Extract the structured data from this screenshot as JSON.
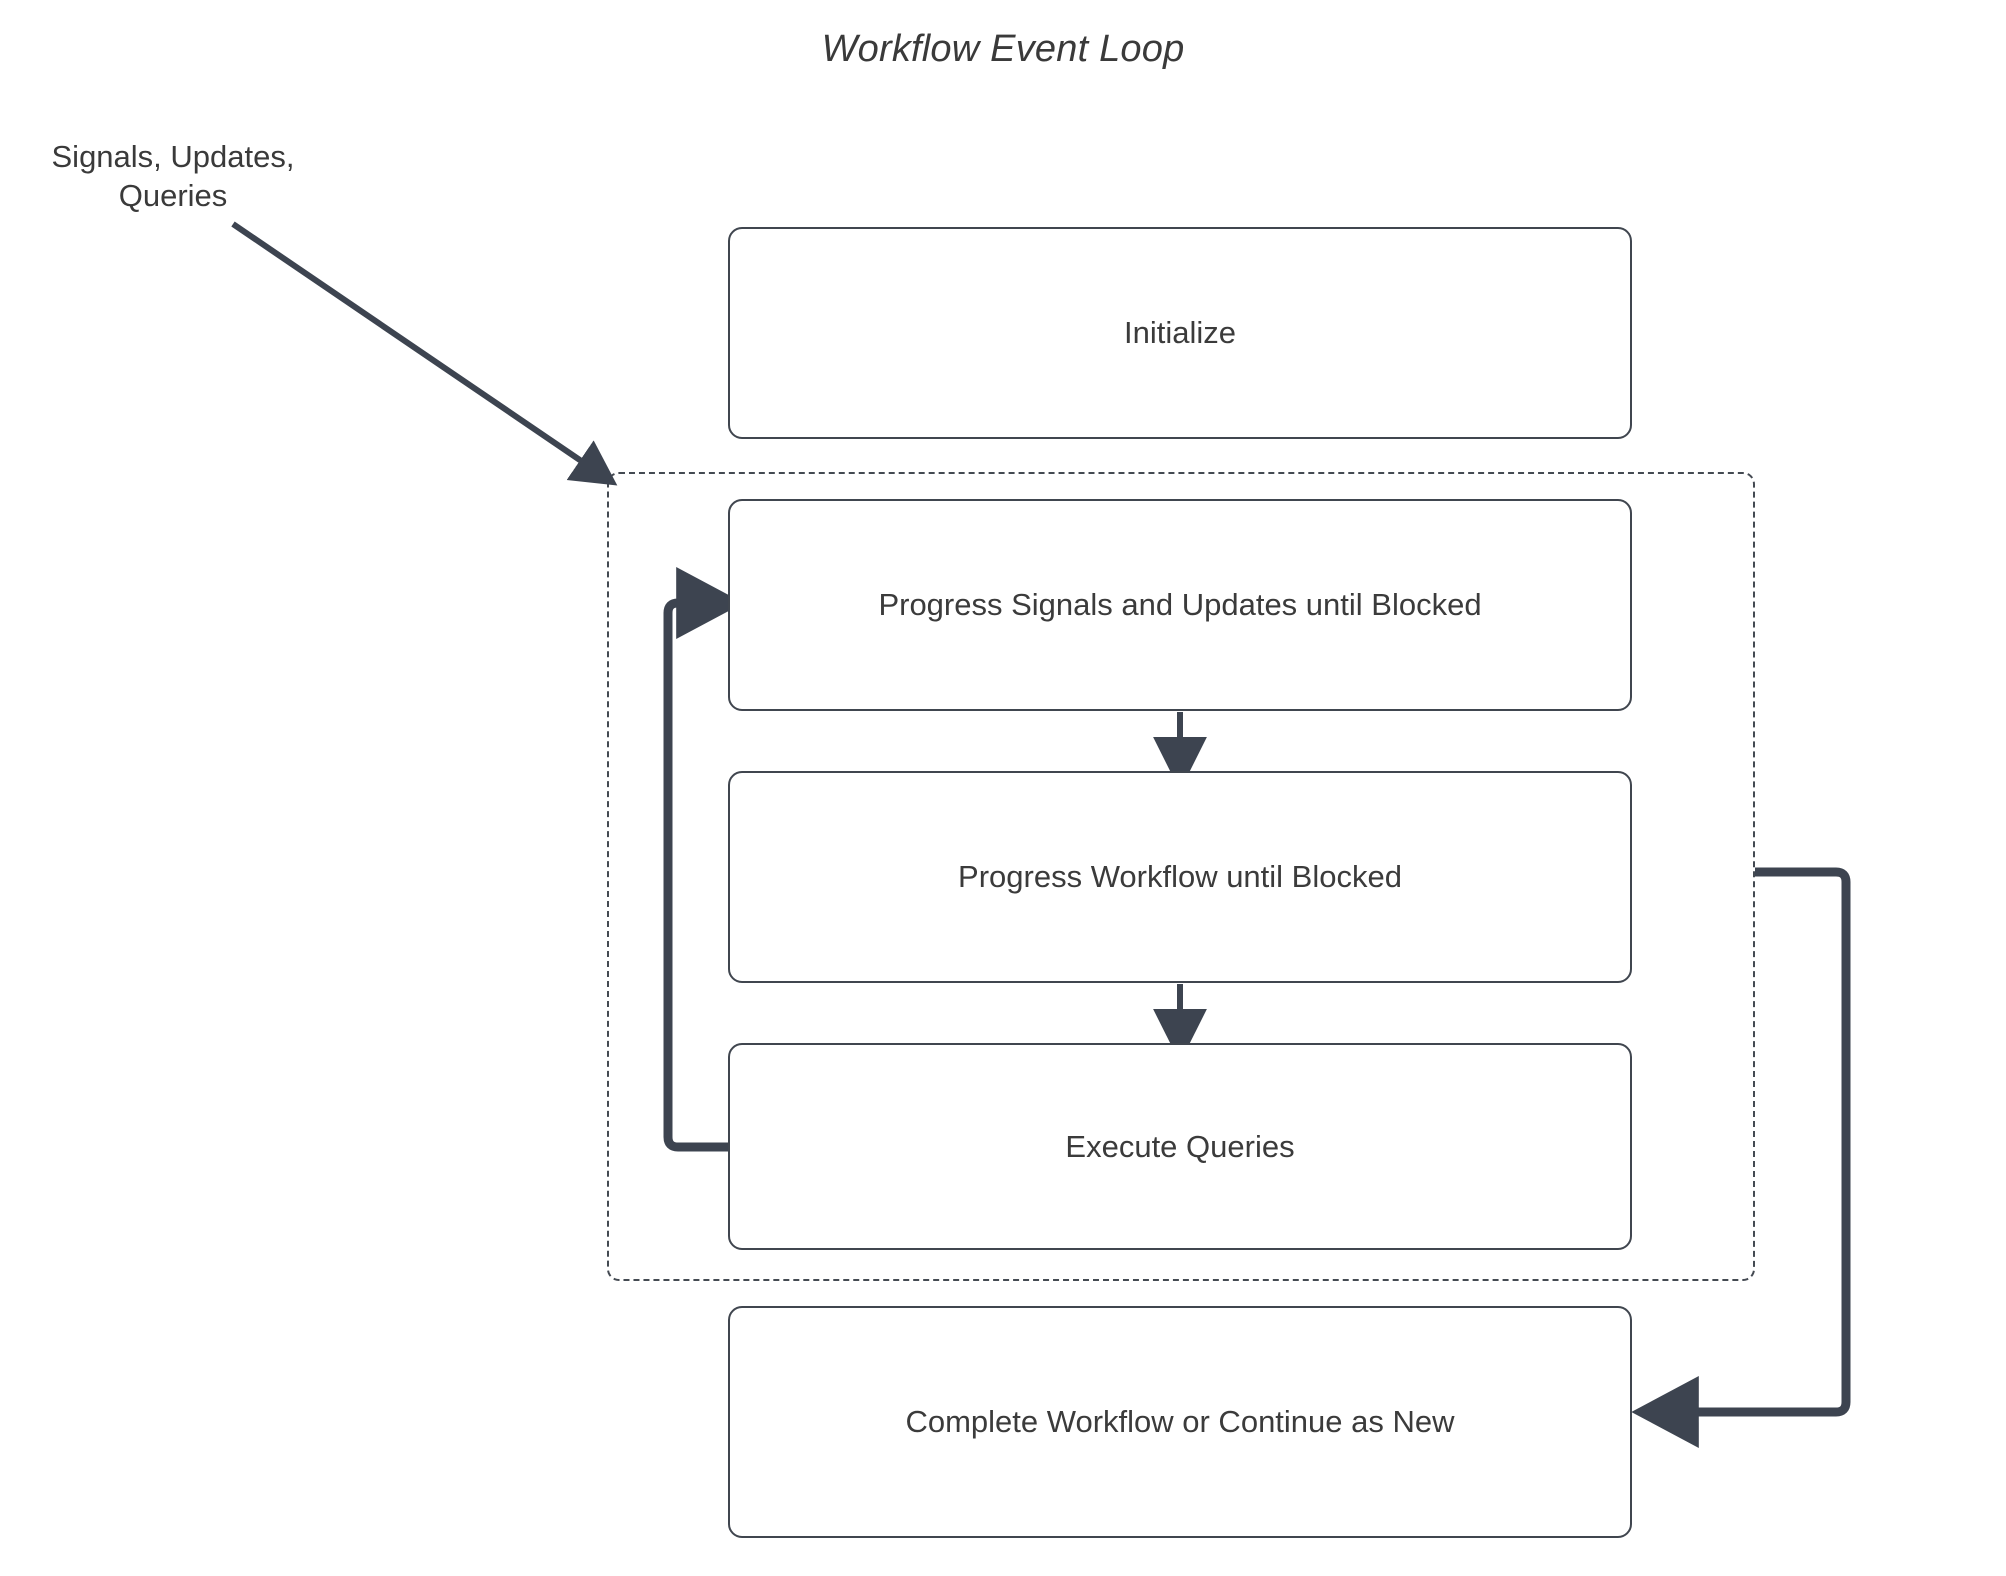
{
  "diagram": {
    "title": "Workflow Event Loop",
    "type": "flowchart",
    "external_label": "Signals, Updates,\nQueries",
    "external_label_line1": "Signals, Updates,",
    "external_label_line2": "Queries",
    "colors": {
      "background": "#ffffff",
      "node_border": "#40464f",
      "node_fill": "#ffffff",
      "text": "#3b3b3b",
      "connector": "#3d4450",
      "dashed_container_border": "#444a52"
    },
    "nodes": [
      {
        "id": "initialize",
        "label": "Initialize",
        "shape": "rounded-rectangle",
        "inside_loop": false
      },
      {
        "id": "progress-signals",
        "label": "Progress Signals and Updates until Blocked",
        "shape": "rounded-rectangle",
        "inside_loop": true
      },
      {
        "id": "progress-workflow",
        "label": "Progress Workflow until Blocked",
        "shape": "rounded-rectangle",
        "inside_loop": true
      },
      {
        "id": "execute-queries",
        "label": "Execute Queries",
        "shape": "rounded-rectangle",
        "inside_loop": true
      },
      {
        "id": "complete",
        "label": "Complete Workflow or Continue as New",
        "shape": "rounded-rectangle",
        "inside_loop": false
      }
    ],
    "loop_container": {
      "id": "event-loop",
      "style": "dashed",
      "label": ""
    },
    "edges": [
      {
        "from": "external-input",
        "to": "event-loop",
        "style": "thin-diagonal-arrow",
        "label": "Signals, Updates, Queries"
      },
      {
        "from": "progress-signals",
        "to": "progress-workflow",
        "style": "thin-down-arrow",
        "label": ""
      },
      {
        "from": "progress-workflow",
        "to": "execute-queries",
        "style": "thin-down-arrow",
        "label": ""
      },
      {
        "from": "execute-queries",
        "to": "progress-signals",
        "style": "thick-loop-back",
        "label": ""
      },
      {
        "from": "event-loop",
        "to": "complete",
        "style": "thick-exit-arrow",
        "label": ""
      }
    ]
  }
}
